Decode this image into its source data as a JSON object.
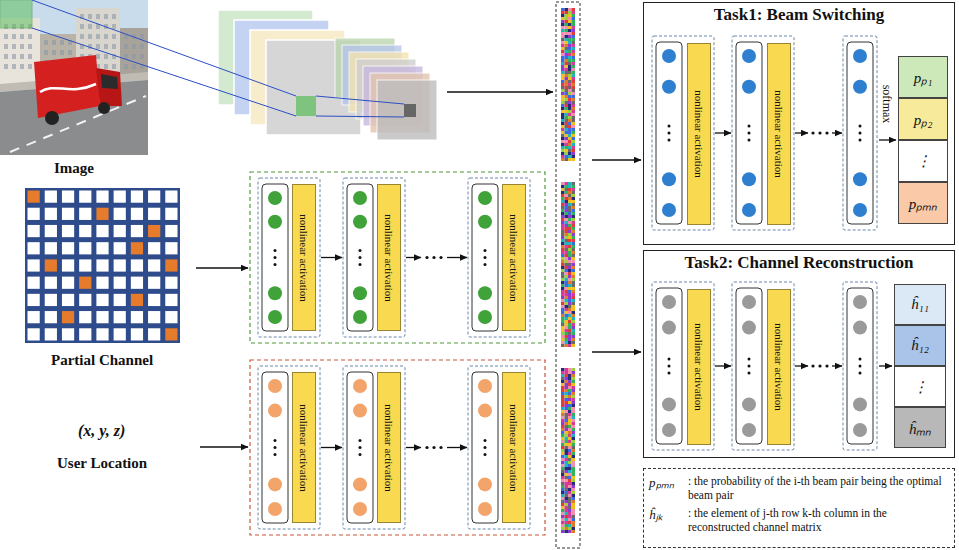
{
  "diagram": {
    "nodes": [
      {
        "text": [
          "nonlinear activation"
        ]
      },
      {
        "text": [
          "nonlinear activation"
        ]
      },
      {
        "text": [
          "nonlinear activation"
        ]
      },
      {
        "text": [
          "nonlinear activation"
        ]
      },
      {
        "text": [
          "nonlinear activation"
        ]
      },
      {
        "text": [
          "nonlinear activation"
        ]
      },
      {
        "text": [
          "Task1: Beam Switching"
        ]
      },
      {
        "text": [
          "nonlinear activation"
        ],
        "in": 6
      },
      {
        "text": [
          "nonlinear activation"
        ],
        "in": 6
      },
      {
        "text": [
          "pₚ₁"
        ],
        "in": 6
      },
      {
        "text": [
          "pₚ₂"
        ],
        "in": 6
      },
      {
        "text": [
          "⋮"
        ],
        "in": 6
      },
      {
        "text": [
          "pₚₘₙ"
        ],
        "in": 6
      },
      {
        "text": [
          "Task2: Channel Reconstruction"
        ]
      },
      {
        "text": [
          "nonlinear activation"
        ],
        "in": 13
      },
      {
        "text": [
          "nonlinear activation"
        ],
        "in": 13
      },
      {
        "text": [
          "ĥ₁₁"
        ],
        "in": 13
      },
      {
        "text": [
          "ĥ₁₂"
        ],
        "in": 13
      },
      {
        "text": [
          "⋮"
        ],
        "in": 13
      },
      {
        "text": [
          "ĥₘₙ"
        ],
        "in": 13
      },
      {
        "text": [
          "pₚₘₙ",
          ": the probability of the i-th beam pair being the optimal beam pair",
          "ĥⱼₖ",
          ": the element of j-th row k-th column in the reconstructed channel matrix"
        ]
      }
    ],
    "labels": [
      "Image",
      "Partial Channel",
      "(x, y, z)",
      "User Location",
      "softmax"
    ]
  }
}
